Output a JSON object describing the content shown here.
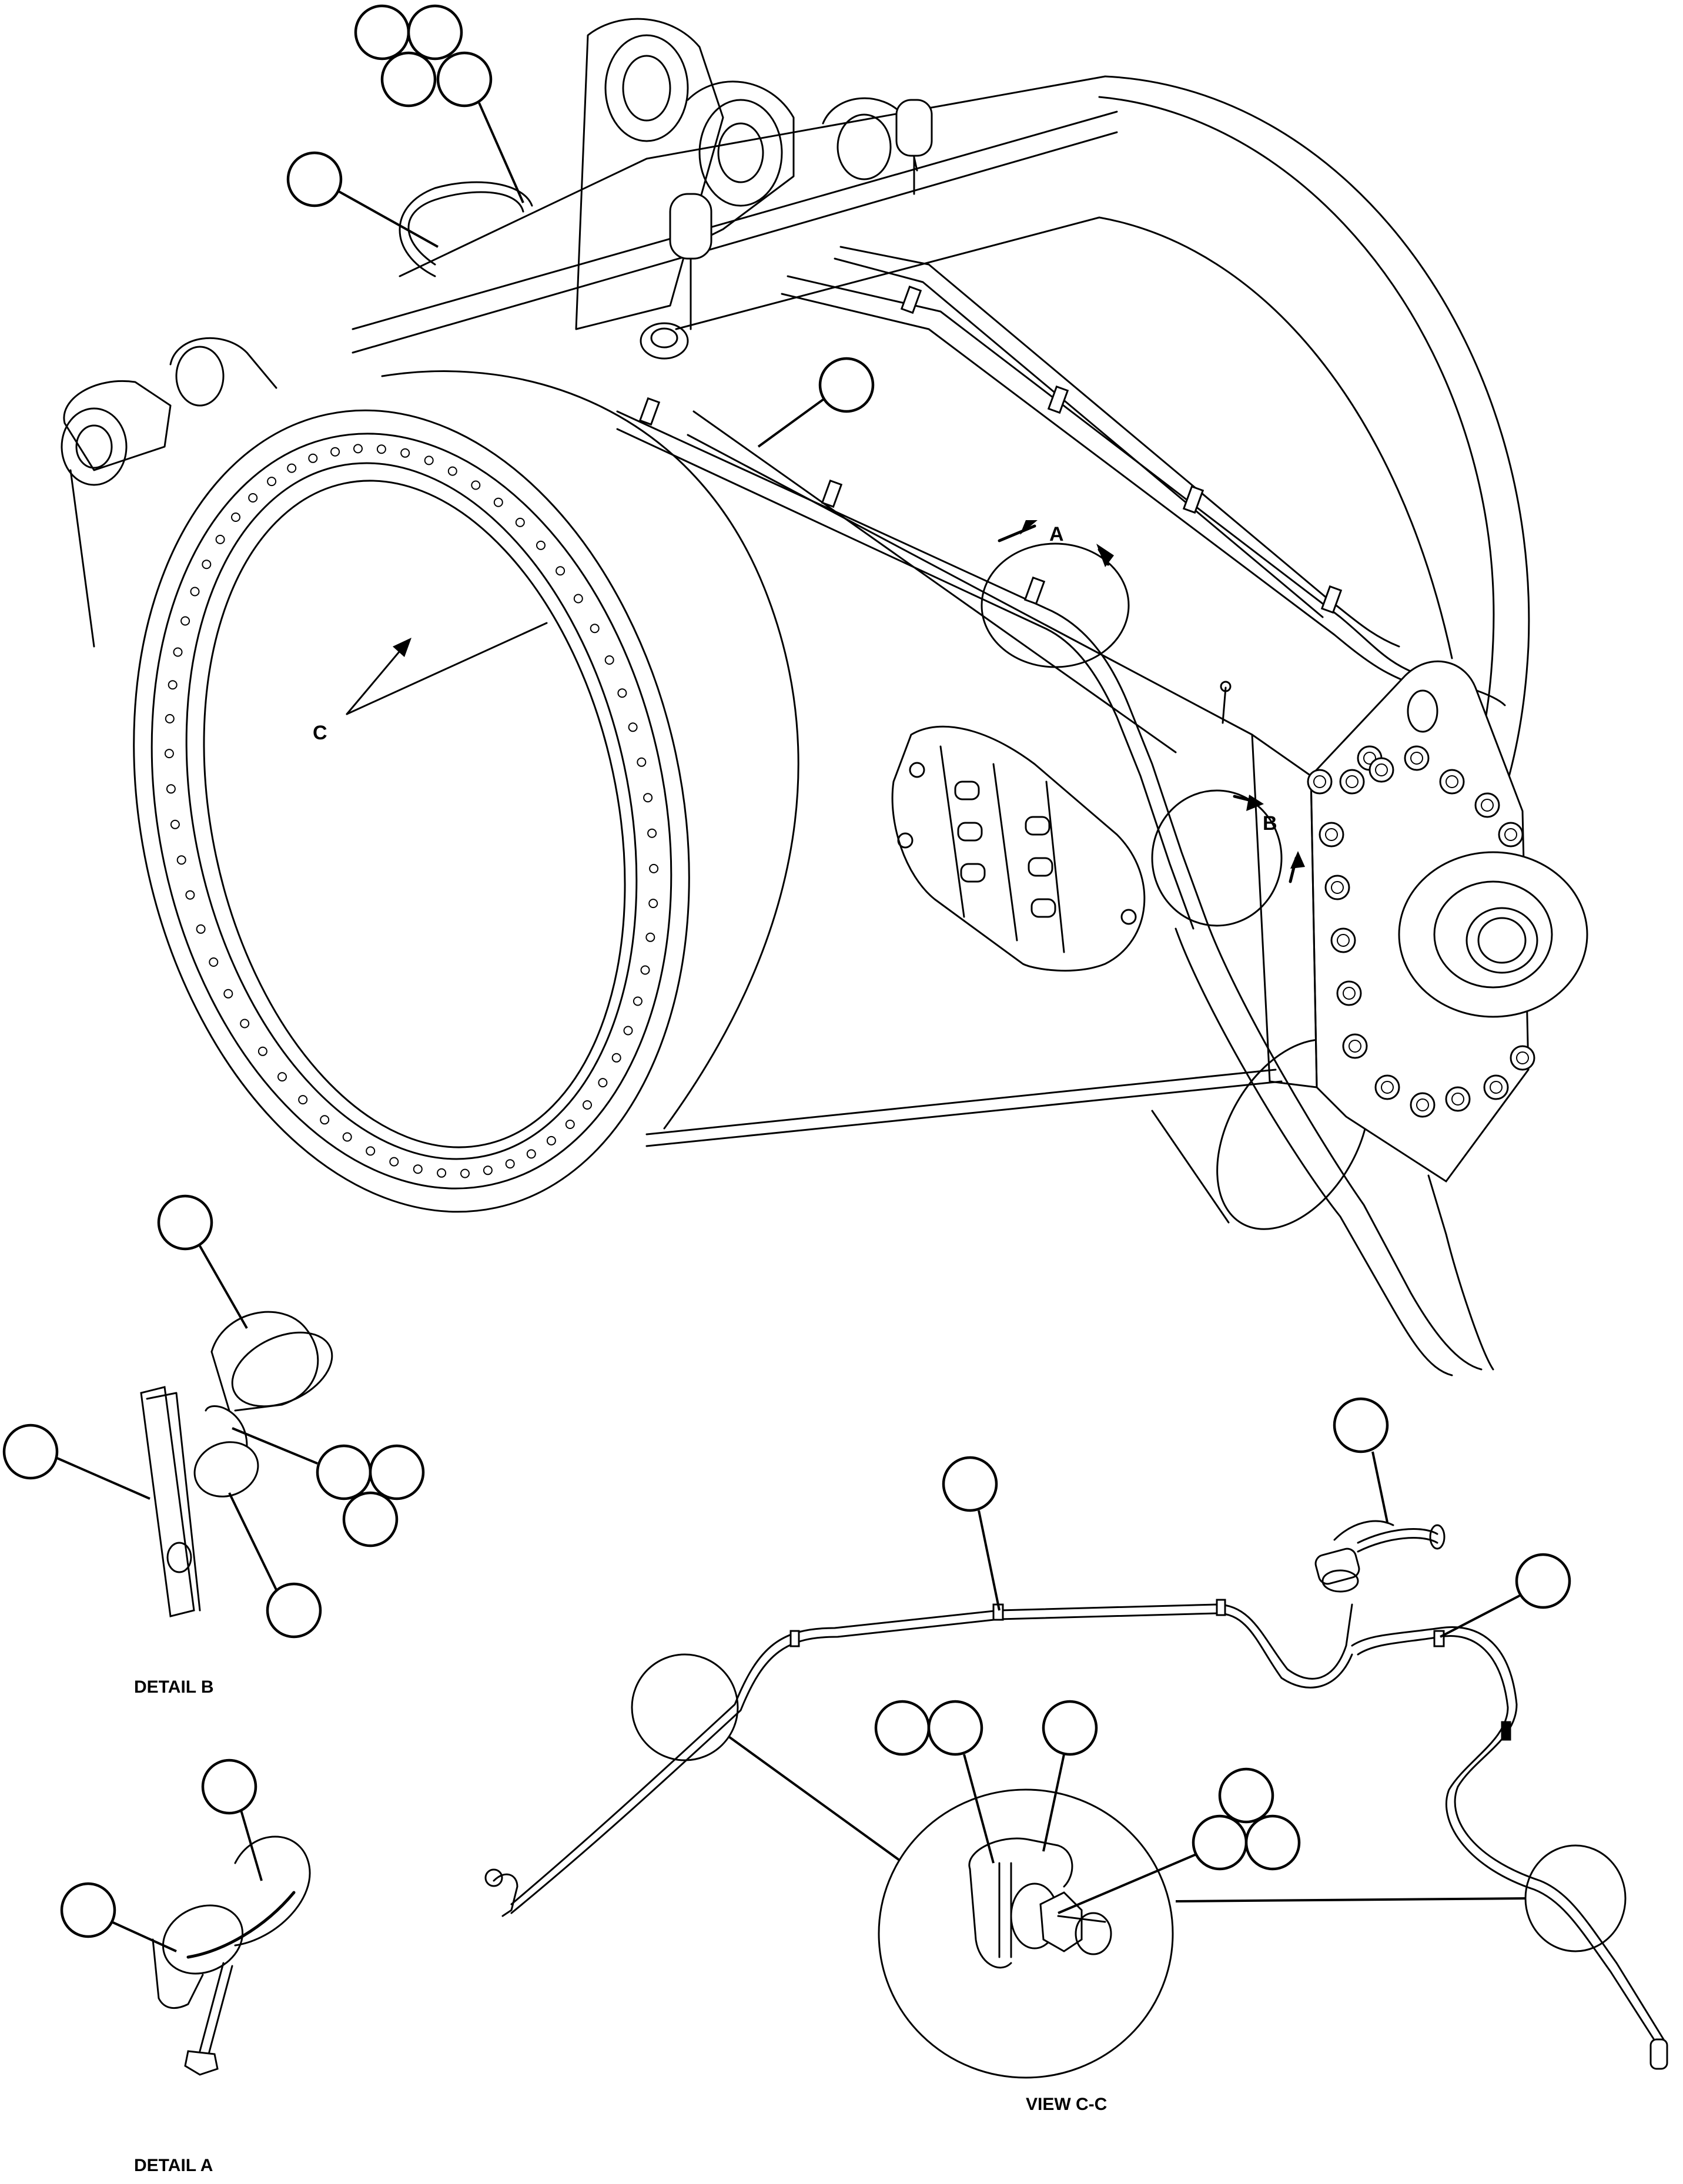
{
  "views": {
    "main_view": {
      "section_letter": "C",
      "detail_a_marker": "A",
      "detail_b_marker": "B"
    },
    "detail_b": {
      "caption": "DETAIL B"
    },
    "detail_a": {
      "caption": "DETAIL A"
    },
    "view_c": {
      "caption": "VIEW C-C"
    }
  },
  "callout_balloons": {
    "text": "",
    "note": "All reference balloons are shown empty (no item numbers printed)"
  },
  "drawing_code": "",
  "colors": {
    "line": "#000000",
    "background": "#ffffff"
  }
}
